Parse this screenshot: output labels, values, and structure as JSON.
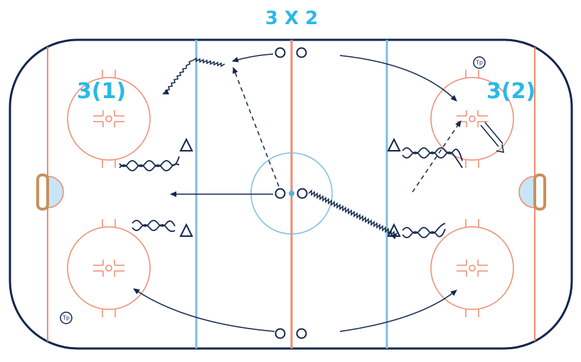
{
  "title": "3 X 2",
  "zone_labels": {
    "left": "3(1)",
    "right": "3(2)"
  },
  "coach_markers": {
    "top_right": "Tp",
    "bottom_left": "Tp"
  },
  "colors": {
    "boards": "#12264d",
    "red_lines": "#f08a6e",
    "blue_lines": "#7fbde0",
    "goal_crease": "#c8e6f5",
    "goal_net": "#c9905a",
    "arrows": "#12264d",
    "label_text": "#2bb8e8",
    "center_dot": "#5aaee0"
  }
}
